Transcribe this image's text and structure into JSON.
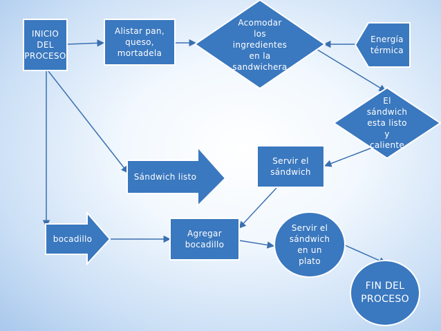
{
  "diagram": {
    "nodes": {
      "inicio": "INICIO\nDEL\nPROCESO",
      "alistar": "Alistar pan,\nqueso,\nmortadela",
      "acomodar": "Acomodar\nlos\ningredientes\nen la\nsandwichera",
      "energia": "Energía\ntérmica",
      "listo_caliente": "El\nsándwich\nesta listo\ny\ncaliente",
      "servir": "Servir el\nsándwich",
      "sandwich_listo": "Sándwich listo",
      "bocadillo": "bocadillo",
      "agregar": "Agregar\nbocadillo",
      "servir_plato": "Servir el\nsándwich\nen un\nplato",
      "fin": "FIN DEL\nPROCESO"
    },
    "colors": {
      "fill": "#3a78bf",
      "stroke": "#ffffff",
      "connector": "#3a6fb0"
    }
  }
}
